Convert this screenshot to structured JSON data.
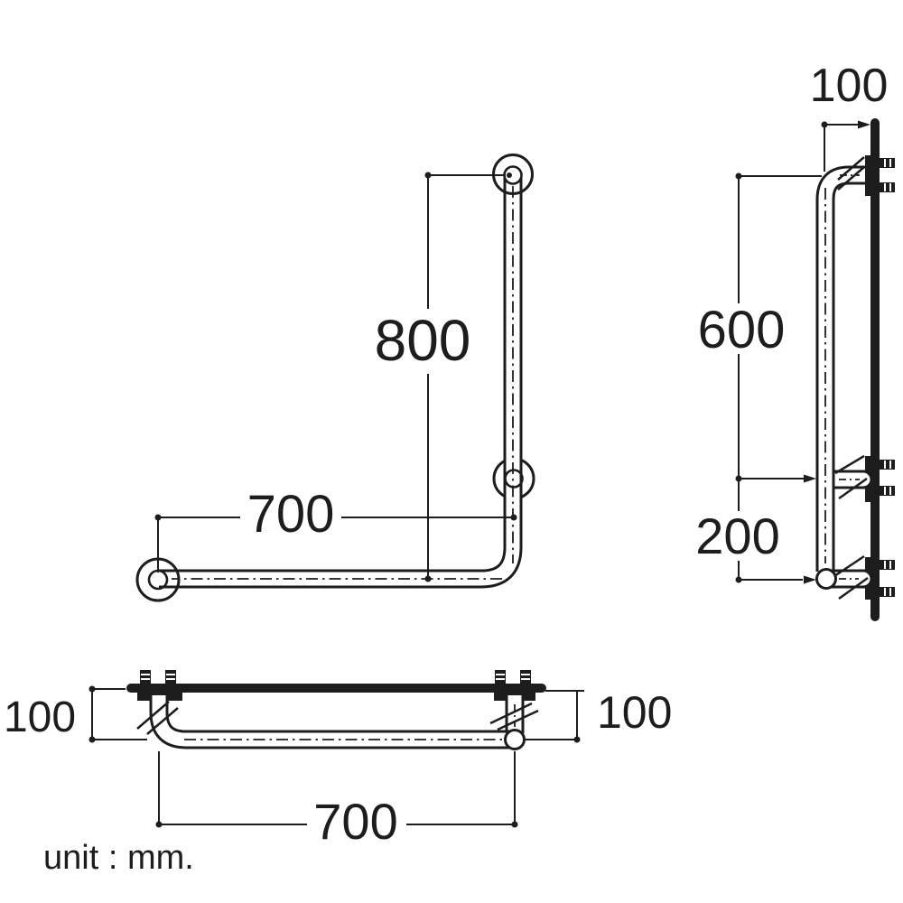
{
  "drawing": {
    "background_color": "#ffffff",
    "line_color": "#1d1d1d",
    "unit_note": "unit : mm.",
    "views": {
      "front": {
        "height_mm": "800",
        "width_mm": "700"
      },
      "side": {
        "wall_offset_mm": "100",
        "upper_span_mm": "600",
        "lower_span_mm": "200"
      },
      "bottom": {
        "left_wall_offset_mm": "100",
        "right_wall_offset_mm": "100",
        "width_mm": "700"
      }
    }
  }
}
